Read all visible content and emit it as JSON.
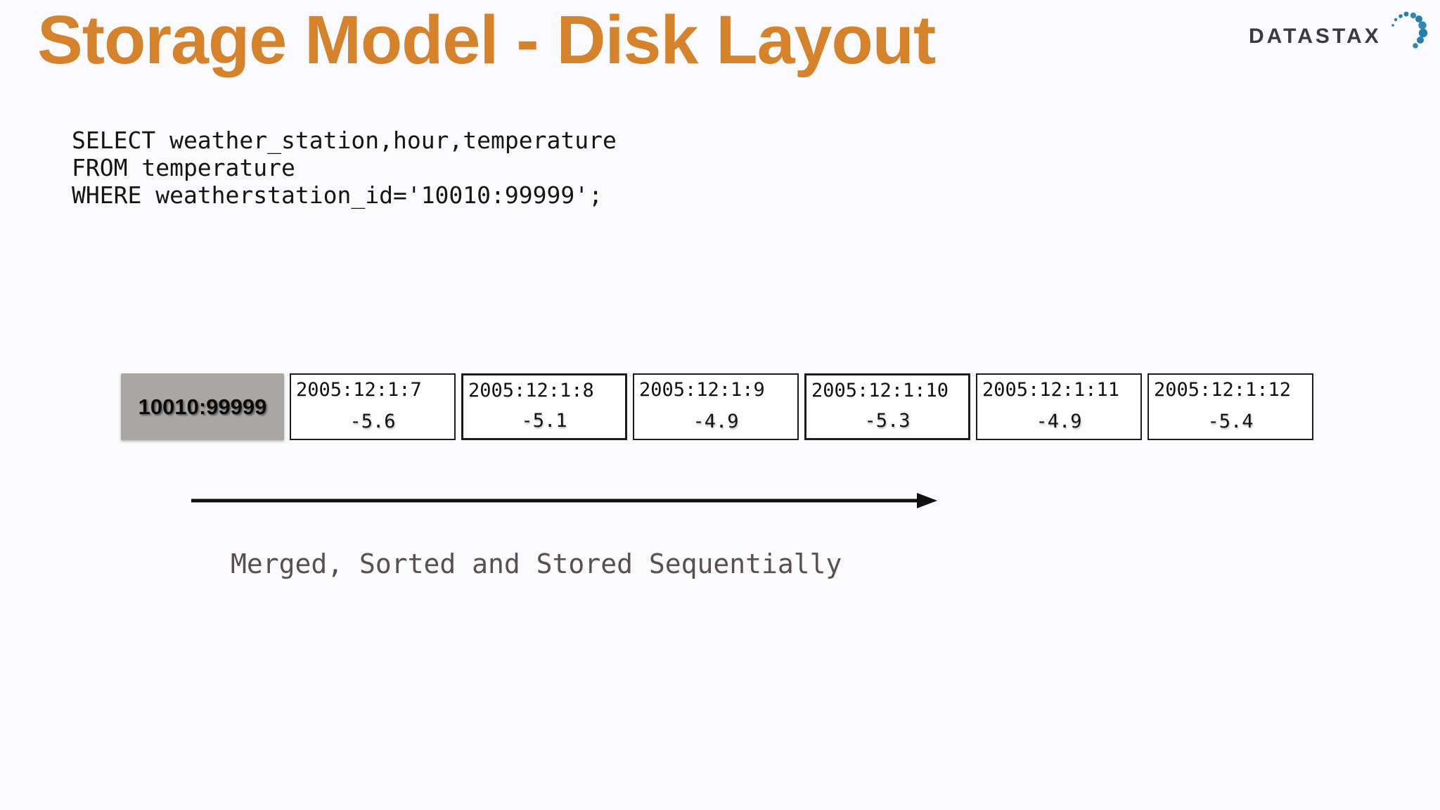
{
  "slide": {
    "title": "Storage Model - Disk Layout",
    "title_color": "#d5822c",
    "background_color": "#faf9fb"
  },
  "logo": {
    "text": "DATASTAX",
    "text_color": "#3b3b3e",
    "dot_color": "#2680a8"
  },
  "query": {
    "line1": "SELECT weather_station,hour,temperature",
    "line2": "FROM temperature",
    "line3": "WHERE weatherstation_id='10010:99999';"
  },
  "disk_layout": {
    "partition_key": {
      "label": "10010:99999",
      "background": "#a9a6a4"
    },
    "cells": [
      {
        "timestamp": "2005:12:1:7",
        "temperature": "-5.6"
      },
      {
        "timestamp": "2005:12:1:8",
        "temperature": "-5.1"
      },
      {
        "timestamp": "2005:12:1:9",
        "temperature": "-4.9"
      },
      {
        "timestamp": "2005:12:1:10",
        "temperature": "-5.3"
      },
      {
        "timestamp": "2005:12:1:11",
        "temperature": "-4.9"
      },
      {
        "timestamp": "2005:12:1:12",
        "temperature": "-5.4"
      }
    ]
  },
  "arrow": {
    "color": "#111111"
  },
  "caption": {
    "text": "Merged, Sorted and Stored Sequentially",
    "color": "#57504f"
  }
}
